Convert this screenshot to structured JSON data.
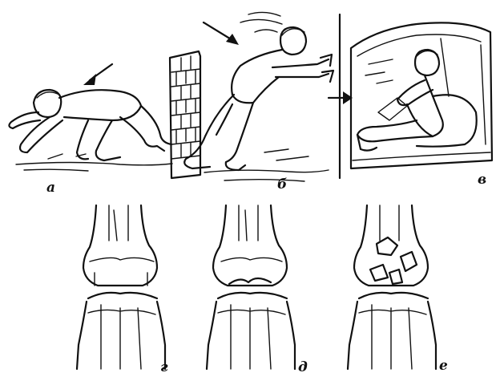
{
  "panels": [
    {
      "id": "a",
      "label": "а"
    },
    {
      "id": "b",
      "label": "б"
    },
    {
      "id": "v",
      "label": "в"
    },
    {
      "id": "g",
      "label": "г"
    },
    {
      "id": "d",
      "label": "д"
    },
    {
      "id": "e",
      "label": "е"
    }
  ],
  "ink_color": "#111111",
  "background_color": "#ffffff"
}
